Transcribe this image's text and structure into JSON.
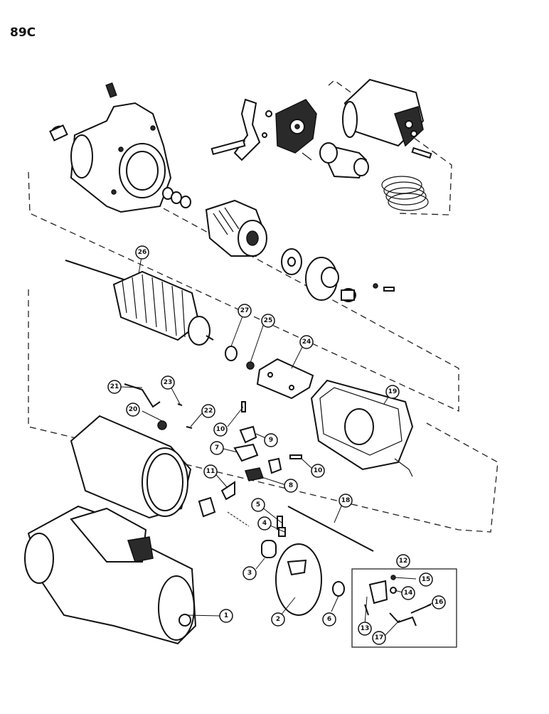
{
  "page": {
    "id": "89C"
  },
  "callouts": [
    {
      "label": "1"
    },
    {
      "label": "2"
    },
    {
      "label": "3"
    },
    {
      "label": "4"
    },
    {
      "label": "5"
    },
    {
      "label": "6"
    },
    {
      "label": "7"
    },
    {
      "label": "8"
    },
    {
      "label": "9"
    },
    {
      "label": "10"
    },
    {
      "label": "10"
    },
    {
      "label": "11"
    },
    {
      "label": "12"
    },
    {
      "label": "13"
    },
    {
      "label": "14"
    },
    {
      "label": "15"
    },
    {
      "label": "16"
    },
    {
      "label": "17"
    },
    {
      "label": "18"
    },
    {
      "label": "19"
    },
    {
      "label": "20"
    },
    {
      "label": "21"
    },
    {
      "label": "22"
    },
    {
      "label": "23"
    },
    {
      "label": "24"
    },
    {
      "label": "25"
    },
    {
      "label": "26"
    },
    {
      "label": "27"
    }
  ]
}
